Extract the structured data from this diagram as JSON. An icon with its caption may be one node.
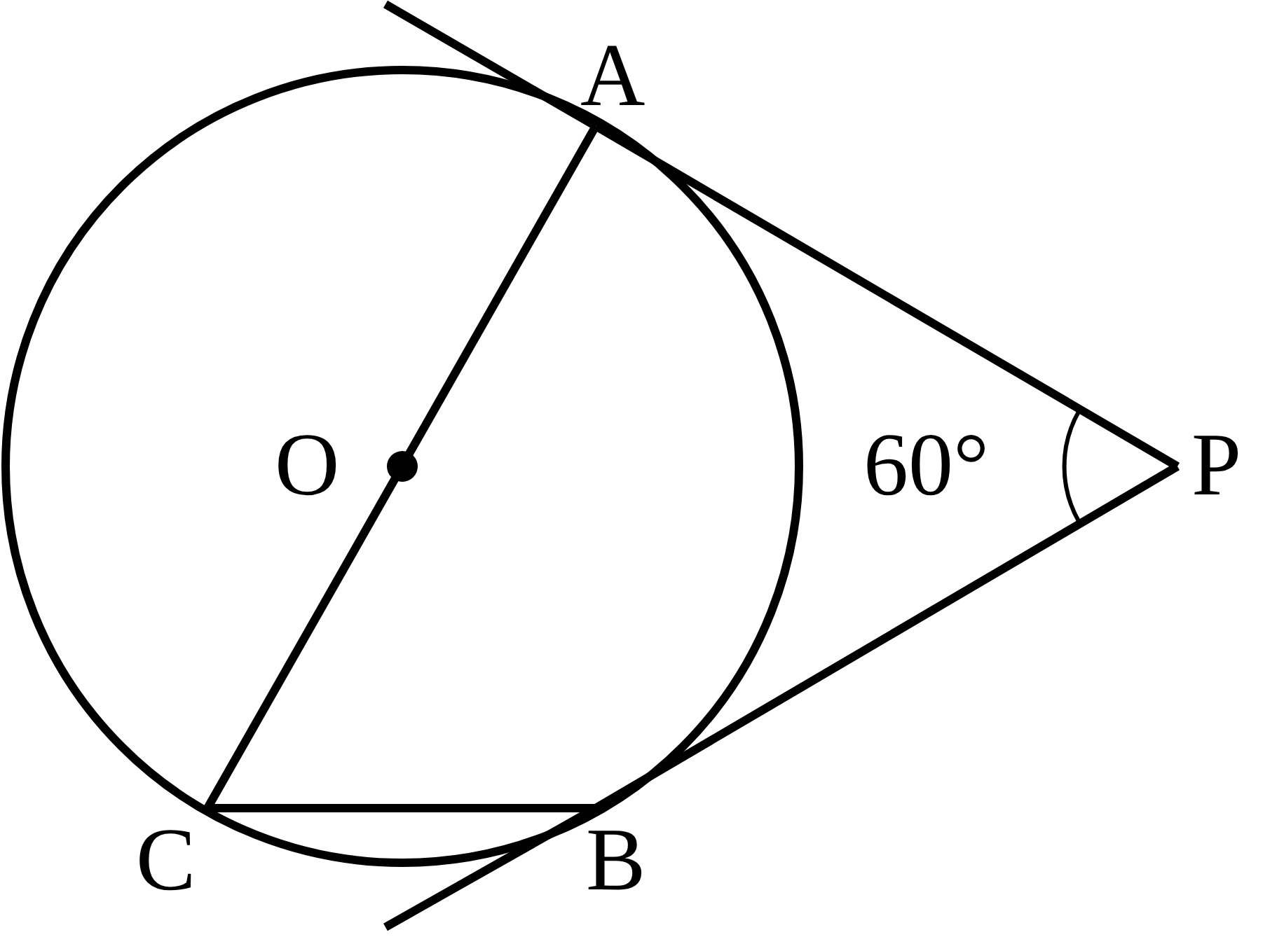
{
  "diagram": {
    "nodes": [
      {
        "text": [
          "A"
        ]
      },
      {
        "text": [
          "O"
        ]
      },
      {
        "text": [
          "P"
        ]
      },
      {
        "text": [
          "C"
        ]
      },
      {
        "text": [
          "B"
        ]
      }
    ],
    "edges": [
      {
        "from": 2,
        "to": 0,
        "arrow": "none"
      },
      {
        "from": 2,
        "to": 4,
        "arrow": "none"
      },
      {
        "from": 0,
        "to": 3,
        "arrow": "none"
      },
      {
        "from": 3,
        "to": 4,
        "arrow": "none"
      }
    ],
    "labels": [
      "60°"
    ]
  }
}
